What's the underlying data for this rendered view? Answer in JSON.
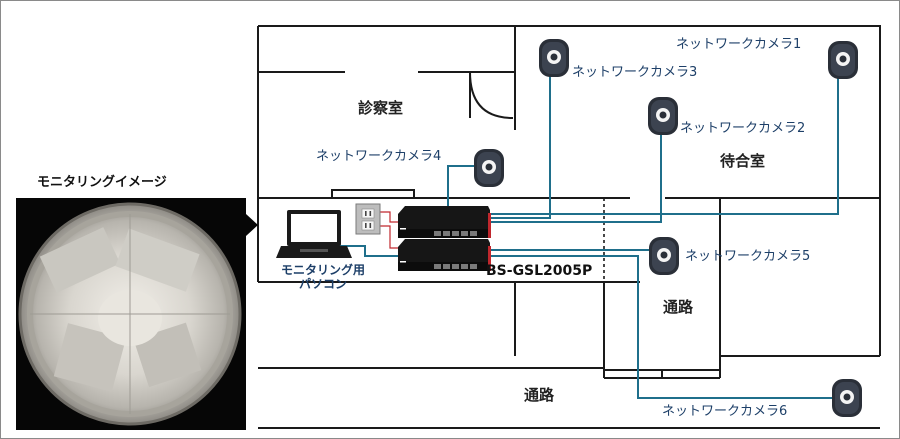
{
  "title": "モニタリングイメージ",
  "rooms": {
    "exam_room": "診察室",
    "waiting_room": "待合室",
    "corridor_inner": "通路",
    "corridor_outer": "通路"
  },
  "cameras": [
    {
      "id": 1,
      "label": "ネットワークカメラ1"
    },
    {
      "id": 2,
      "label": "ネットワークカメラ2"
    },
    {
      "id": 3,
      "label": "ネットワークカメラ3"
    },
    {
      "id": 4,
      "label": "ネットワークカメラ4"
    },
    {
      "id": 5,
      "label": "ネットワークカメラ5"
    },
    {
      "id": 6,
      "label": "ネットワークカメラ6"
    }
  ],
  "pc": {
    "line1": "モニタリング用",
    "line2": "パソコン"
  },
  "switch": {
    "model": "BS-GSL2005P"
  },
  "colors": {
    "cable": "#1f6f8b",
    "label": "#1d3f68",
    "wall": "#1a1a1a",
    "switch_accent": "#c0272d"
  }
}
